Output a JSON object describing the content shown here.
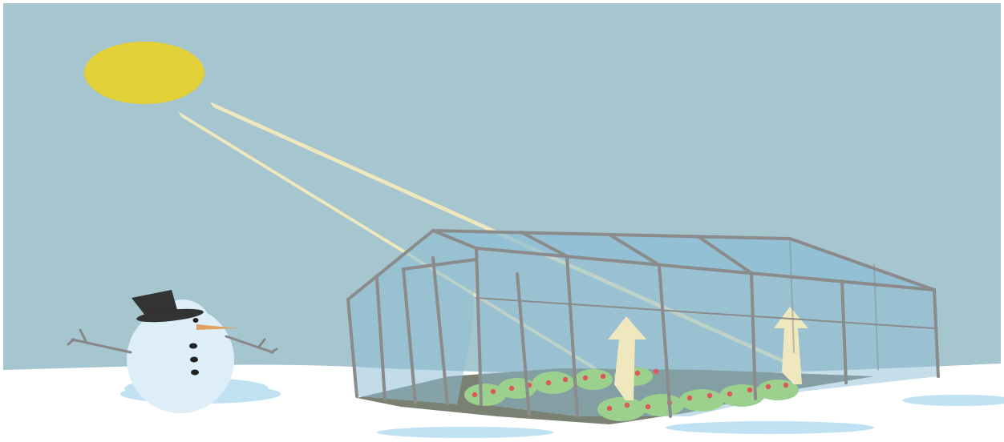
{
  "scene": {
    "colors": {
      "sky": "#a5c5cf",
      "snow": "#ffffff",
      "snow_shadow": "#bfe1f1",
      "sun": "#e3cf37",
      "sunbeam": "#efe7bd",
      "glass": "#8ebdd6",
      "frame": "#8b8b8b",
      "soil": "#7a8072",
      "plant": "#9bd08d",
      "tomato": "#e0565a",
      "snowman": "#ddeef8",
      "hat": "#333333",
      "carrot": "#e0a060",
      "branch": "#888888",
      "coal": "#222222"
    },
    "elements": [
      "sun",
      "sunbeam",
      "greenhouse",
      "heat-arrow",
      "snowman",
      "snow-ground"
    ]
  }
}
